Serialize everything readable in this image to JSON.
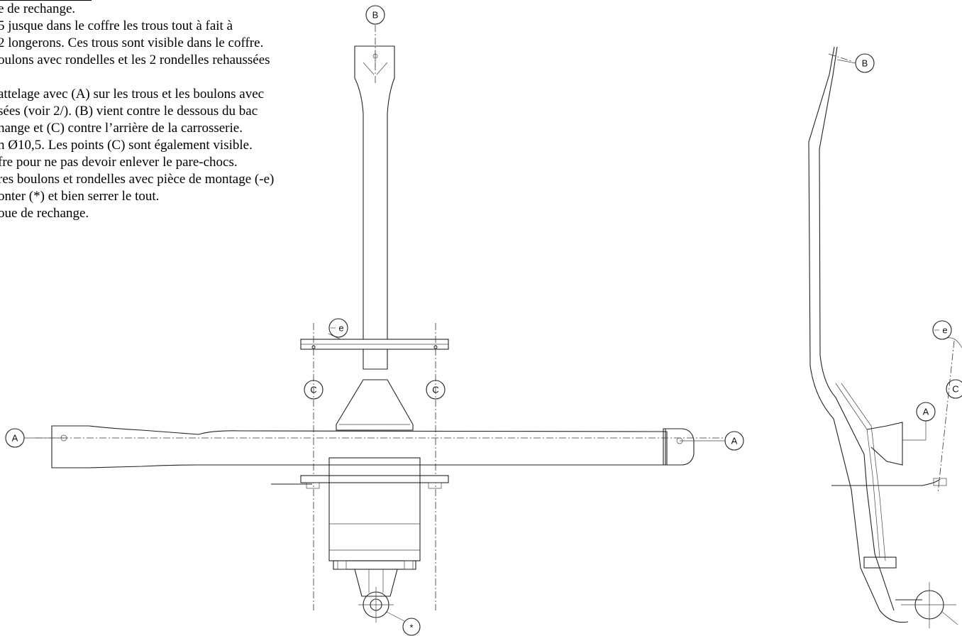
{
  "instructions": [
    "e de rechange.",
    "5 jusque dans le coffre  les trous tout à fait à",
    " 2 longerons. Ces trous sont visible dans le coffre.",
    "oulons avec rondelles et les 2 rondelles rehaussées",
    "",
    "attelage avec (A) sur les trous et les boulons avec",
    "sées (voir 2/). (B) vient contre le dessous du bac",
    "hange et (C) contre l’arrière de la carrosserie.",
    "n Ø10,5. Les points (C) sont également visible.",
    "fre pour ne pas devoir enlever le pare-chocs.",
    "res boulons et rondelles avec pièce de montage (-e)",
    "onter (*) et bien serrer le tout.",
    "oue de rechange."
  ],
  "labels": {
    "a": "A",
    "b": "B",
    "c": "C",
    "e": "e",
    "star": "*"
  }
}
